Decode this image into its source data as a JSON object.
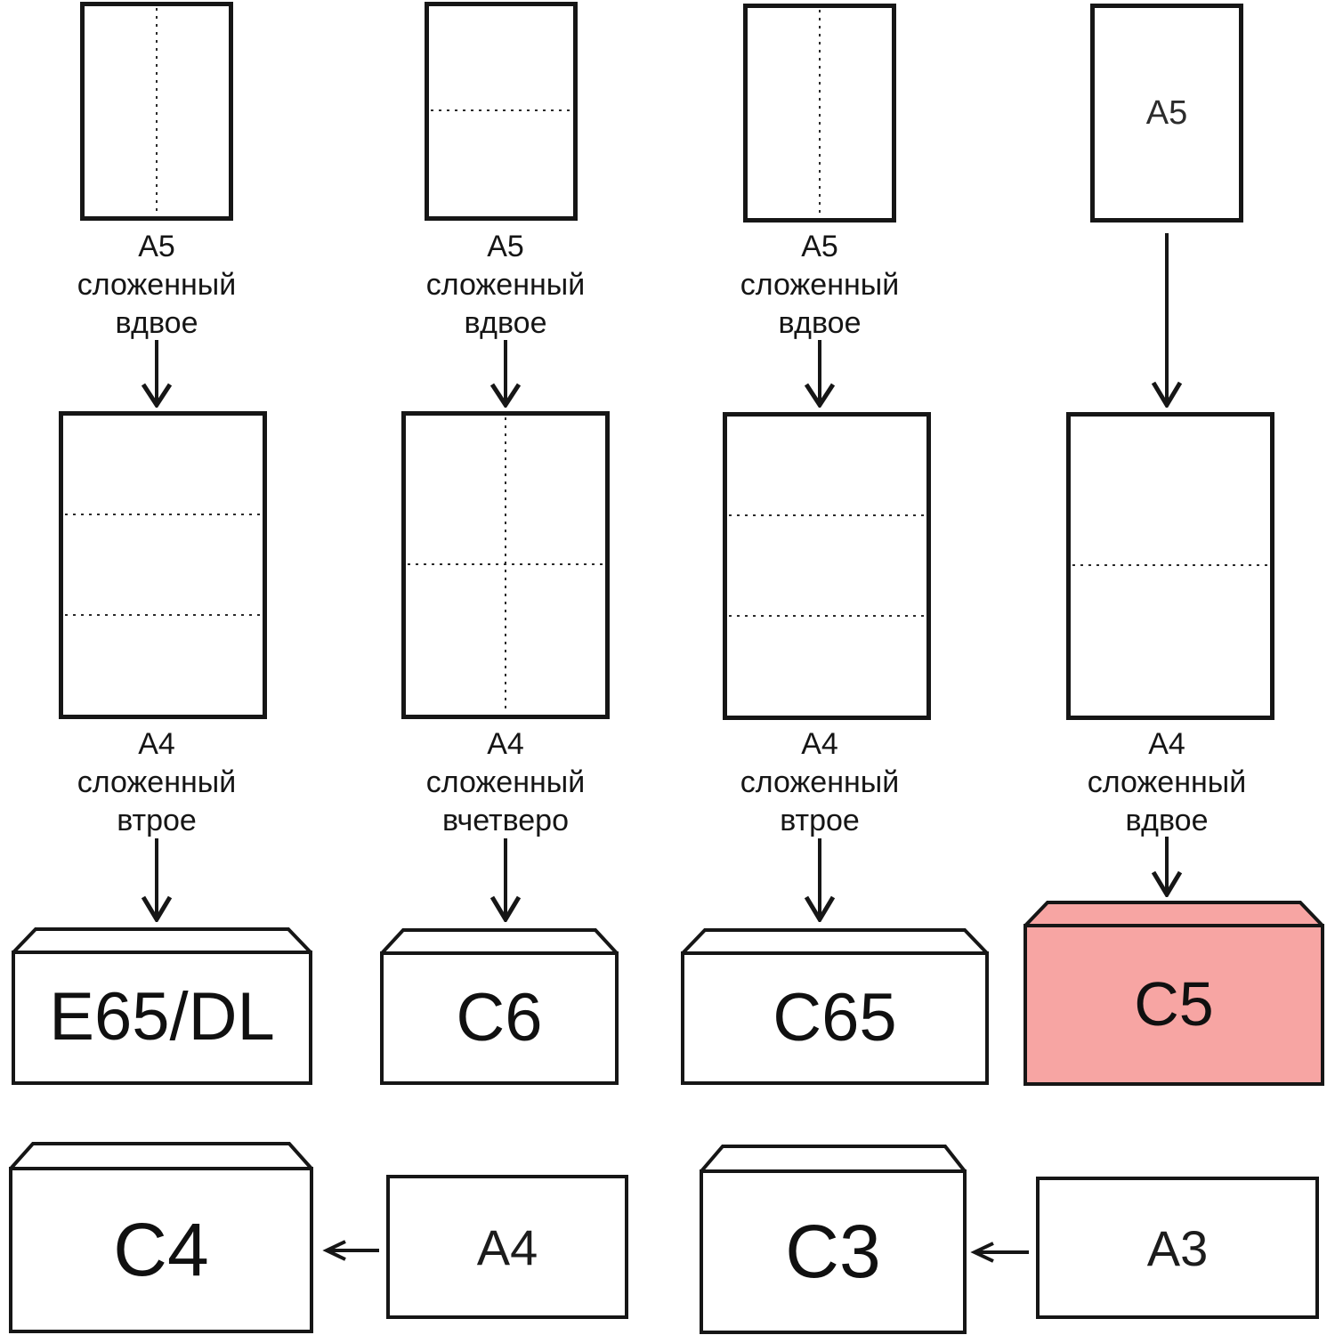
{
  "colors": {
    "highlight_fill": "#f7a5a3",
    "outline": "#161616"
  },
  "columns": [
    {
      "top_label": [
        "А5",
        "сложенный",
        "вдвое"
      ],
      "mid_label": [
        "А4",
        "сложенный",
        "втрое"
      ],
      "envelope_label": "E65/DL"
    },
    {
      "top_label": [
        "А5",
        "сложенный",
        "вдвое"
      ],
      "mid_label": [
        "А4",
        "сложенный",
        "вчетверо"
      ],
      "envelope_label": "C6"
    },
    {
      "top_label": [
        "А5",
        "сложенный",
        "вдвое"
      ],
      "mid_label": [
        "А4",
        "сложенный",
        "втрое"
      ],
      "envelope_label": "C65"
    },
    {
      "top_sheet_text": "А5",
      "mid_label": [
        "А4",
        "сложенный",
        "вдвое"
      ],
      "envelope_label": "C5"
    }
  ],
  "bottom_row": {
    "left": {
      "envelope_label": "C4",
      "sheet_text": "А4"
    },
    "right": {
      "envelope_label": "C3",
      "sheet_text": "А3"
    }
  }
}
